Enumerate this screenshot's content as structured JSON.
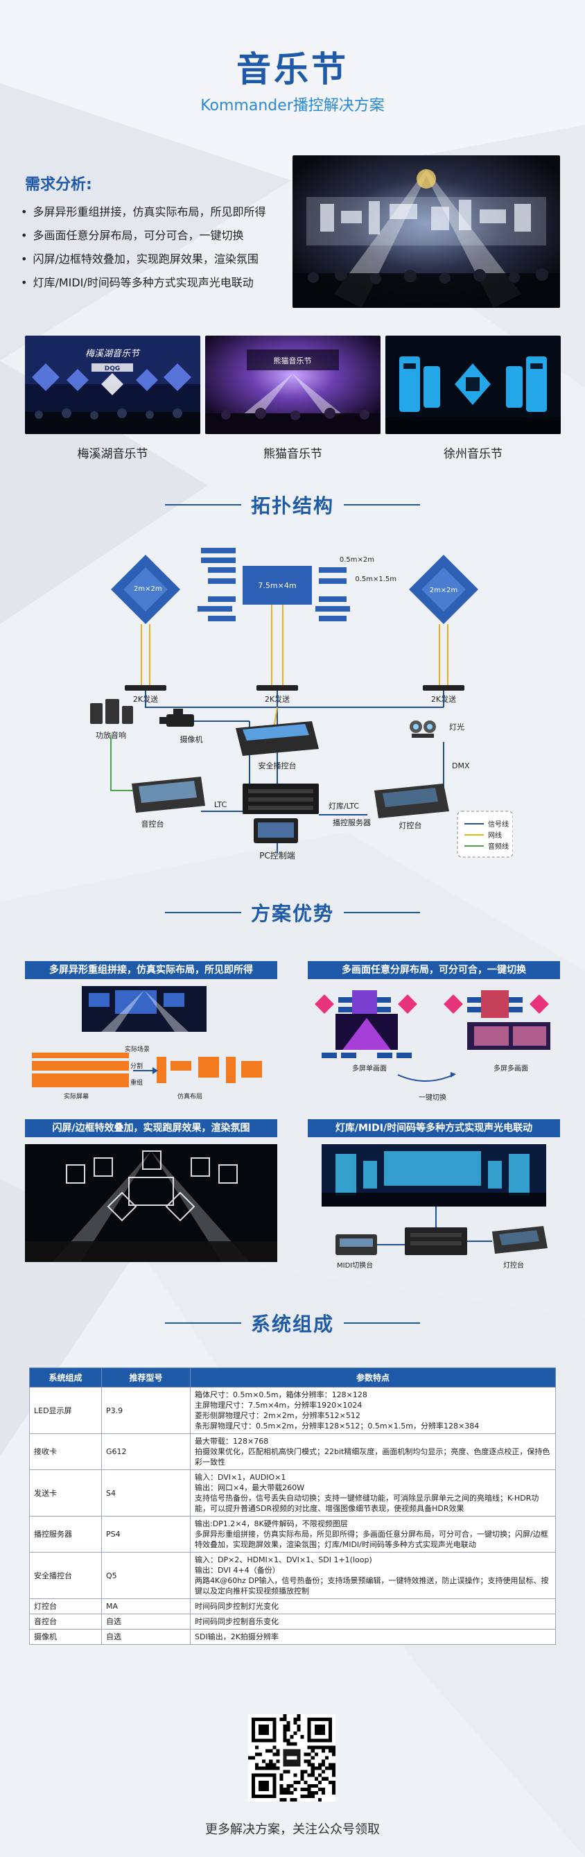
{
  "header": {
    "title": "音乐节",
    "subtitle": "Kommander播控解决方案"
  },
  "needs": {
    "title": "需求分析:",
    "items": [
      "多屏异形重组拼接，仿真实际布局，所见即所得",
      "多画面任意分屏布局，可分可合，一键切换",
      "闪屏/边框特效叠加，实现跑屏效果，渲染氛围",
      "灯库/MIDI/时间码等多种方式实现声光电联动"
    ]
  },
  "cases": [
    {
      "caption": "梅溪湖音乐节",
      "logo": "DQG"
    },
    {
      "caption": "熊猫音乐节",
      "logo": "熊猫音乐节"
    },
    {
      "caption": "徐州音乐节",
      "logo": ""
    }
  ],
  "sections": {
    "topology": "拓扑结构",
    "advantages": "方案优势",
    "system": "系统组成"
  },
  "topology": {
    "dims": {
      "big": "7.5m×4m",
      "left": "2m×2m",
      "right": "2m×2m",
      "bar1": "0.5m×2m",
      "bar2": "0.5m×1.5m"
    },
    "labels": {
      "send1": "2K发送",
      "send2": "2K发送",
      "send3": "2K发送",
      "speaker": "功放音响",
      "camera": "摄像机",
      "console": "安全播控台",
      "light": "灯光",
      "dmx": "DMX",
      "audio_desk": "音控台",
      "ltc": "LTC",
      "lib_ltc": "灯库/LTC",
      "server": "播控服务器",
      "light_desk": "灯控台",
      "pc": "PC控制端"
    },
    "legend": [
      "信号线",
      "网线",
      "音频线"
    ],
    "colors": {
      "signal": "#1f4fa0",
      "network": "#e8b21a",
      "audio": "#4ea24a"
    }
  },
  "advantages": {
    "a1": {
      "title": "多屏异形重组拼接，仿真实际布局，所见即所得",
      "l1": "实际场景",
      "l2": "实际屏幕",
      "l3": "分割",
      "l4": "重组",
      "l5": "仿真布局"
    },
    "a2": {
      "title": "多画面任意分屏布局，可分可合，一键切换",
      "l1": "多屏单画面",
      "l2": "一键切换",
      "l3": "多屏多画面"
    },
    "a3": {
      "title": "闪屏/边框特效叠加，实现跑屏效果，渲染氛围"
    },
    "a4": {
      "title": "灯库/MIDI/时间码等多种方式实现声光电联动",
      "l1": "MIDI切换台",
      "l2": "灯控台"
    }
  },
  "table": {
    "headers": [
      "系统组成",
      "推荐型号",
      "参数特点"
    ],
    "rows": [
      {
        "name": "LED显示屏",
        "model": "P3.9",
        "lines": [
          "箱体尺寸：0.5m×0.5m，箱体分辨率：128×128",
          "主屏物理尺寸：7.5m×4m，分辨率1920×1024",
          "菱形侧屏物理尺寸：2m×2m，分辨率512×512",
          "条形屏物理尺寸：0.5m×2m，分辨率128×512；0.5m×1.5m，分辨率128×384"
        ]
      },
      {
        "name": "接收卡",
        "model": "G612",
        "lines": [
          "最大带载：128×768",
          "拍摄效果优化，匹配相机高快门模式；22bit精细灰度，画面机制均匀显示；亮度、色度逐点校正，保持色彩一致性"
        ]
      },
      {
        "name": "发送卡",
        "model": "S4",
        "lines": [
          "输入：DVI×1，AUDIO×1",
          "输出：网口×4，最大带载260W",
          "支持信号热备份，信号丢失自动切换；支持一键修缝功能，可消除显示屏单元之间的亮暗线；K-HDR功能，可以提升普通SDR视频的对比度、增强图像细节表现，使视频具备HDR效果"
        ]
      },
      {
        "name": "播控服务器",
        "model": "PS4",
        "lines": [
          "输出:DP1.2×4，8K硬件解码，不限视频图层",
          "多屏异形重组拼接，仿真实际布局，所见即所得；多画面任意分屏布局，可分可合，一键切换；闪屏/边框特效叠加，实现跑屏效果，渲染氛围；灯库/MIDI/时间码等多种方式实现声光电联动"
        ]
      },
      {
        "name": "安全播控台",
        "model": "Q5",
        "lines": [
          "输入：DP×2、HDMI×1、DVI×1、SDI 1+1(loop)",
          "输出：DVI 4+4（备份）",
          "两路4K@60hz DP输入，信号热备份；支持场景预编辑，一键特效推送，防止误操作；支持使用鼠标、按键以及定向推杆实现视频播放控制"
        ]
      },
      {
        "name": "灯控台",
        "model": "MA",
        "lines": [
          "时间码同步控制灯光变化"
        ]
      },
      {
        "name": "音控台",
        "model": "自选",
        "lines": [
          "时间码同步控制音乐变化"
        ]
      },
      {
        "name": "摄像机",
        "model": "自选",
        "lines": [
          "SDI输出，2K拍摄分辨率"
        ]
      }
    ]
  },
  "footer": {
    "text": "更多解决方案，关注公众号领取"
  }
}
